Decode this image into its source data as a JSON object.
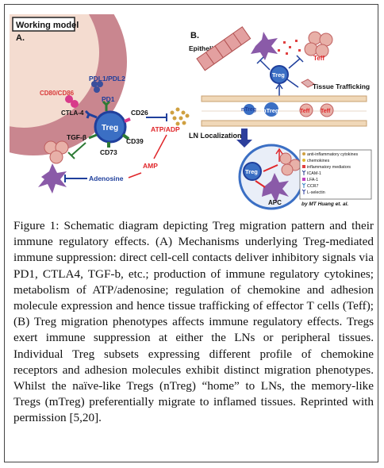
{
  "panel_a": {
    "working_model": "Working model",
    "letter": "A.",
    "labels": {
      "pdl": "PDL1/PDL2",
      "cd80": "CD80/CD86",
      "ctla4": "CTLA-4",
      "pd1": "PD1",
      "cd26": "CD26",
      "treg": "Treg",
      "tgfb": "TGF-β",
      "cd39": "CD39",
      "atp": "ATP/ADP",
      "cd73": "CD73",
      "amp": "AMP",
      "adenosine": "Adenosine"
    },
    "colors": {
      "cell_outer": "#c9868f",
      "cell_inner": "#f4dcd0",
      "treg": "#3b6fc4",
      "red": "#e0262a",
      "blue": "#1f3f9c",
      "green": "#2d7a35"
    }
  },
  "panel_b": {
    "letter": "B.",
    "epithelia": "Epithelia",
    "teff": "Teff",
    "treg": "Treg",
    "ntreg": "nTreg",
    "mtreg": "mTreg",
    "apc": "APC",
    "tissue_trafficking": "Tissue Trafficking",
    "ln_localization": "LN Localization",
    "legend": [
      {
        "label": "anti-inflammatory cytokines",
        "color": "#cfa040",
        "icon": "dot-icon"
      },
      {
        "label": "chemokines",
        "color": "#e0b830",
        "icon": "dot-icon"
      },
      {
        "label": "inflammatory mediators",
        "color": "#e04040",
        "icon": "square-icon"
      },
      {
        "label": "ICAM-1",
        "color": "#2d3f8f",
        "icon": "y-receptor-icon"
      },
      {
        "label": "LFA-1",
        "color": "#c040c0",
        "icon": "square-icon"
      },
      {
        "label": "CCR7",
        "color": "#3080c0",
        "icon": "y-receptor-icon"
      },
      {
        "label": "L-selectin",
        "color": "#3040a0",
        "icon": "y-receptor-icon"
      }
    ],
    "credit": "by MT Huang et. al."
  },
  "caption": {
    "figure_label": "Figure 1:",
    "text": " Schematic diagram depicting Treg migration pattern and their immune regulatory effects. (A) Mechanisms underlying Treg-mediated immune suppression: direct cell-cell contacts deliver inhibitory signals via PD1, CTLA4, TGF-b, etc.; production of immune regulatory cytokines; metabolism of ATP/adenosine; regulation of chemokine and adhesion molecule expression and hence tissue trafficking of effector T cells (Teff); (B) Treg migration phenotypes affects immune regulatory effects. Tregs exert immune suppression at either the LNs or peripheral tissues. Individual Treg subsets expressing different profile of chemokine receptors and adhesion molecules exhibit distinct migration phenotypes. Whilst the naïve-like Tregs (nTreg) “home” to LNs, the memory-like Tregs (mTreg) preferentially migrate to inflamed tissues. Reprinted with permission [5,20]."
  }
}
